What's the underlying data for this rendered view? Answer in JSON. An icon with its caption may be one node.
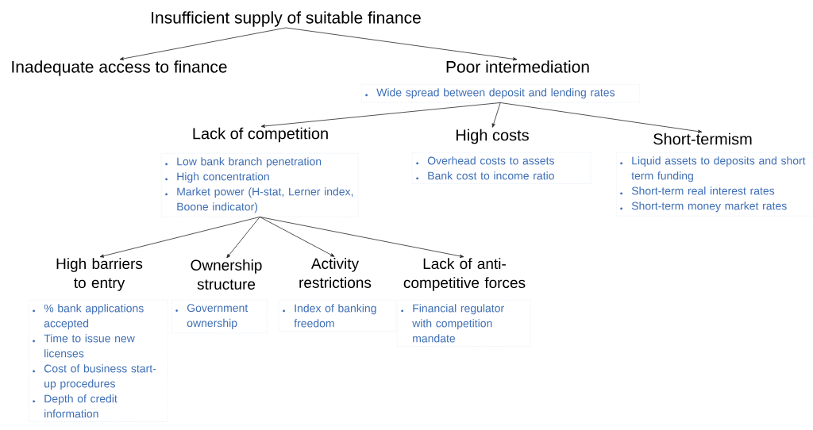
{
  "diagram": {
    "nodes": [
      {
        "text": [
          "Insufficient supply of suitable finance"
        ]
      },
      {
        "text": [
          "Inadequate access to finance"
        ]
      },
      {
        "text": [
          "Poor intermediation",
          "Wide spread between deposit and lending rates"
        ]
      },
      {
        "text": [
          "Lack of competition",
          "Low bank branch penetration",
          "High concentration",
          "Market power (H-stat, Lerner index, Boone indicator)"
        ]
      },
      {
        "text": [
          "High costs",
          "Overhead costs to assets",
          "Bank cost to income ratio"
        ]
      },
      {
        "text": [
          "Short-termism",
          "Liquid assets to deposits and short term funding",
          "Short-term real interest rates",
          "Short-term money market rates"
        ]
      },
      {
        "text": [
          "High barriers to entry",
          "% bank applications accepted",
          "Time to issue new licenses",
          "Cost of business start-up procedures",
          "Depth of credit information"
        ]
      },
      {
        "text": [
          "Ownership structure",
          "Government ownership"
        ]
      },
      {
        "text": [
          "Activity restrictions",
          "Index of banking freedom"
        ]
      },
      {
        "text": [
          "Lack of anti-competitive forces",
          "Financial regulator with competition mandate"
        ]
      }
    ],
    "edges": [
      {
        "from": 0,
        "to": 1,
        "arrow": "to"
      },
      {
        "from": 0,
        "to": 2,
        "arrow": "to"
      },
      {
        "from": 2,
        "to": 3,
        "arrow": "to"
      },
      {
        "from": 2,
        "to": 4,
        "arrow": "to"
      },
      {
        "from": 2,
        "to": 5,
        "arrow": "to"
      },
      {
        "from": 3,
        "to": 6,
        "arrow": "to"
      },
      {
        "from": 3,
        "to": 7,
        "arrow": "to"
      },
      {
        "from": 3,
        "to": 8,
        "arrow": "to"
      },
      {
        "from": 3,
        "to": 9,
        "arrow": "to"
      }
    ]
  }
}
